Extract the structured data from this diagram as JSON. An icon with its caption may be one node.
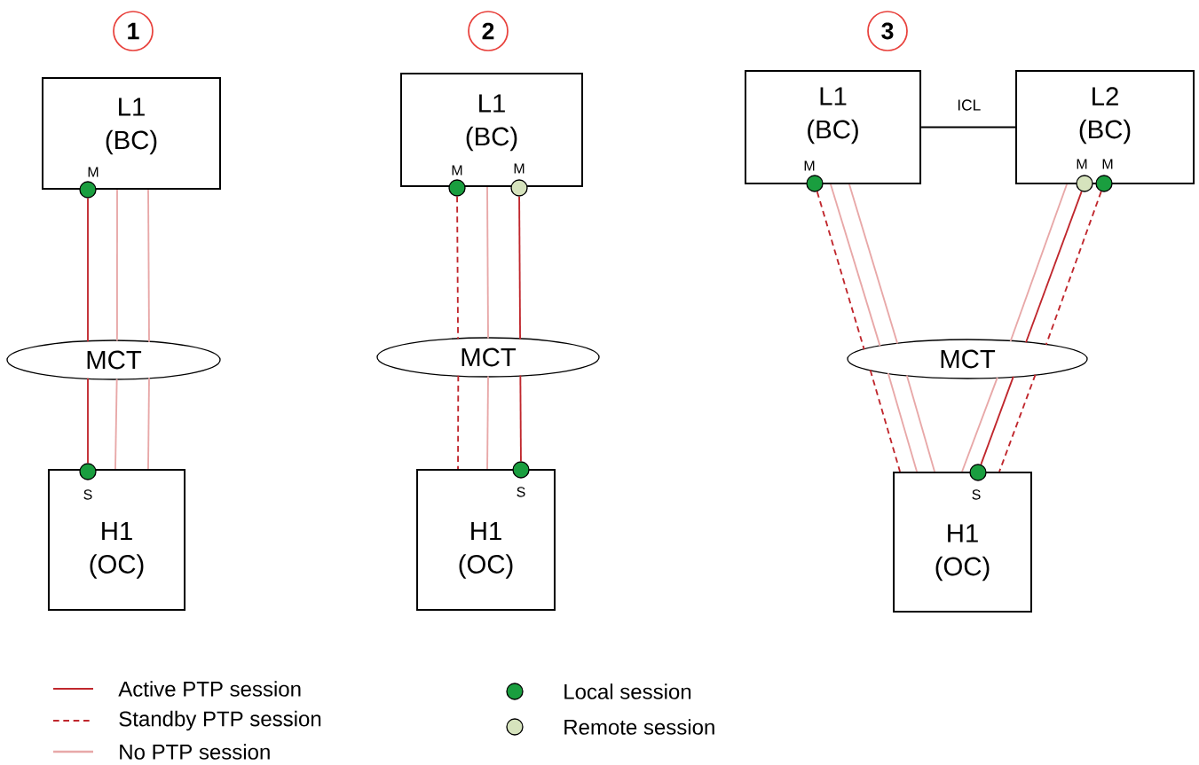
{
  "diagram": {
    "nodes": [
      {
        "text": [
          "1"
        ]
      },
      {
        "text": [
          "L1",
          "(BC)"
        ]
      },
      {
        "text": [],
        "shape": "circle",
        "beside": [
          "M"
        ]
      },
      {
        "text": [
          "MCT"
        ]
      },
      {
        "text": [
          "H1",
          "(OC)"
        ]
      },
      {
        "text": [],
        "shape": "circle"
      },
      {
        "text": [
          "2"
        ]
      },
      {
        "text": [
          "L1",
          "(BC)"
        ]
      },
      {
        "text": [],
        "shape": "circle",
        "beside": [
          "M"
        ]
      },
      {
        "text": [],
        "shape": "circle",
        "beside": [
          "M"
        ]
      },
      {
        "text": [
          "MCT"
        ]
      },
      {
        "text": [
          "H1",
          "(OC)"
        ]
      },
      {
        "text": [],
        "shape": "circle"
      },
      {
        "text": [
          "3"
        ]
      },
      {
        "text": [
          "L1",
          "(BC)"
        ]
      },
      {
        "text": [
          "L2",
          "(BC)"
        ]
      },
      {
        "text": [],
        "shape": "circle",
        "beside": [
          "M"
        ]
      },
      {
        "text": [],
        "shape": "circle",
        "beside": [
          "M"
        ]
      },
      {
        "text": [],
        "shape": "circle",
        "beside": [
          "M"
        ]
      },
      {
        "text": [
          "MCT"
        ]
      },
      {
        "text": [
          "H1",
          "(OC)"
        ]
      },
      {
        "text": [],
        "shape": "circle"
      }
    ],
    "edges": [
      {
        "from": 2,
        "to": 3,
        "arrow": "none",
        "color": "#c0272d"
      },
      {
        "from": 3,
        "to": 5,
        "arrow": "none",
        "color": "#c0272d"
      },
      {
        "from": 1,
        "to": 3,
        "arrow": "none",
        "color": "#e8a8a8"
      },
      {
        "from": 3,
        "to": 4,
        "arrow": "none",
        "color": "#e8a8a8"
      },
      {
        "from": 1,
        "to": 3,
        "arrow": "none",
        "color": "#e8a8a8"
      },
      {
        "from": 3,
        "to": 4,
        "arrow": "none",
        "color": "#e8a8a8"
      },
      {
        "from": 8,
        "to": 10,
        "arrow": "none",
        "style": "dashed",
        "color": "#c0272d"
      },
      {
        "from": 10,
        "to": 11,
        "arrow": "none",
        "style": "dashed",
        "color": "#c0272d"
      },
      {
        "from": 7,
        "to": 10,
        "arrow": "none",
        "color": "#e8a8a8"
      },
      {
        "from": 10,
        "to": 11,
        "arrow": "none",
        "color": "#e8a8a8"
      },
      {
        "from": 9,
        "to": 10,
        "arrow": "none",
        "color": "#c0272d"
      },
      {
        "from": 10,
        "to": 12,
        "arrow": "none",
        "color": "#c0272d"
      },
      {
        "from": 14,
        "to": 15,
        "arrow": "none",
        "label": "ICL",
        "color": "#000000"
      },
      {
        "from": 16,
        "to": 19,
        "arrow": "none",
        "style": "dashed",
        "color": "#c0272d"
      },
      {
        "from": 19,
        "to": 20,
        "arrow": "none",
        "style": "dashed",
        "color": "#c0272d"
      },
      {
        "from": 14,
        "to": 19,
        "arrow": "none",
        "color": "#e8a8a8"
      },
      {
        "from": 19,
        "to": 20,
        "arrow": "none",
        "color": "#e8a8a8"
      },
      {
        "from": 14,
        "to": 19,
        "arrow": "none",
        "color": "#e8a8a8"
      },
      {
        "from": 19,
        "to": 20,
        "arrow": "none",
        "color": "#e8a8a8"
      },
      {
        "from": 15,
        "to": 19,
        "arrow": "none",
        "color": "#e8a8a8"
      },
      {
        "from": 19,
        "to": 20,
        "arrow": "none",
        "color": "#e8a8a8"
      },
      {
        "from": 17,
        "to": 19,
        "arrow": "none",
        "color": "#c0272d"
      },
      {
        "from": 19,
        "to": 21,
        "arrow": "none",
        "color": "#c0272d"
      },
      {
        "from": 18,
        "to": 19,
        "arrow": "none",
        "style": "dashed",
        "color": "#c0272d"
      },
      {
        "from": 19,
        "to": 20,
        "arrow": "none",
        "style": "dashed",
        "color": "#c0272d"
      }
    ],
    "labels": [
      "S",
      "S",
      "S"
    ],
    "legend": [
      {
        "text": "Active PTP session"
      },
      {
        "text": "Standby PTP session"
      },
      {
        "text": "No PTP session"
      },
      {
        "text": "Local session",
        "color": "#1a9e3f"
      },
      {
        "text": "Remote session",
        "color": "#d6e3bd"
      }
    ]
  }
}
